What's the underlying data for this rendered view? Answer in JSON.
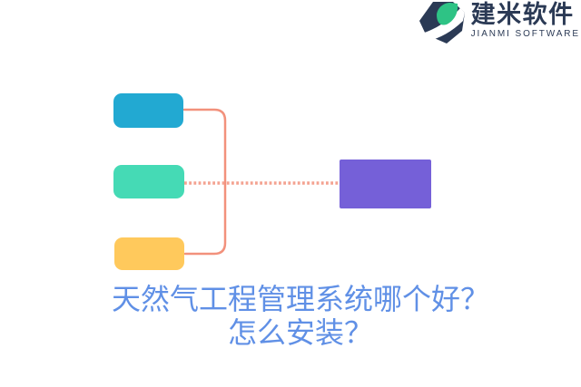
{
  "logo": {
    "icon": "jianmi-hexagon-leaf-icon",
    "title": "建米软件",
    "subtitle": "JIANMI SOFTWARE",
    "brand_navy": "#2b3a55",
    "brand_green": "#2ec385"
  },
  "diagram": {
    "nodes": [
      {
        "id": "top-left",
        "shape": "rounded-rect",
        "color": "#22a9d2"
      },
      {
        "id": "middle-left",
        "shape": "rounded-rect",
        "color": "#45dab5"
      },
      {
        "id": "bottom-left",
        "shape": "rounded-rect",
        "color": "#ffc95c"
      },
      {
        "id": "right",
        "shape": "rect",
        "color": "#7560d8"
      }
    ],
    "connectors": [
      {
        "id": "bracket",
        "style": "solid",
        "color": "#f2917c",
        "links": [
          "top-left",
          "bottom-left"
        ]
      },
      {
        "id": "dotted-line",
        "style": "dotted",
        "color": "#f49b88",
        "links": [
          "middle-left",
          "right"
        ]
      }
    ]
  },
  "headline": {
    "line1": "天然气工程管理系统哪个好？",
    "line2": "怎么安装？",
    "color": "#6090e6"
  }
}
